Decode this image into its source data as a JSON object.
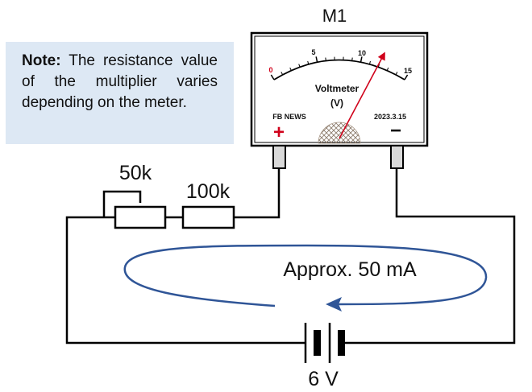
{
  "note": {
    "label": "Note:",
    "text": " The resistance value of the multiplier varies depending on the meter."
  },
  "meter": {
    "name": "M1",
    "scale_labels": [
      "0",
      "5",
      "10",
      "15"
    ],
    "title": "Voltmeter",
    "unit": "(V)",
    "brand": "FB NEWS",
    "date": "2023.3.15",
    "plus": "+",
    "minus": "−",
    "needle_value": 11.5,
    "scale_max": 15
  },
  "circuit": {
    "variable_resistor": "50k",
    "fixed_resistor": "100k",
    "current_label": "Approx. 50 mA",
    "battery_label": "6 V"
  },
  "colors": {
    "wire": "#000000",
    "current_arrow": "#2f5597",
    "needle": "#d0021b",
    "plus": "#d0021b",
    "note_bg": "#dde8f4"
  }
}
